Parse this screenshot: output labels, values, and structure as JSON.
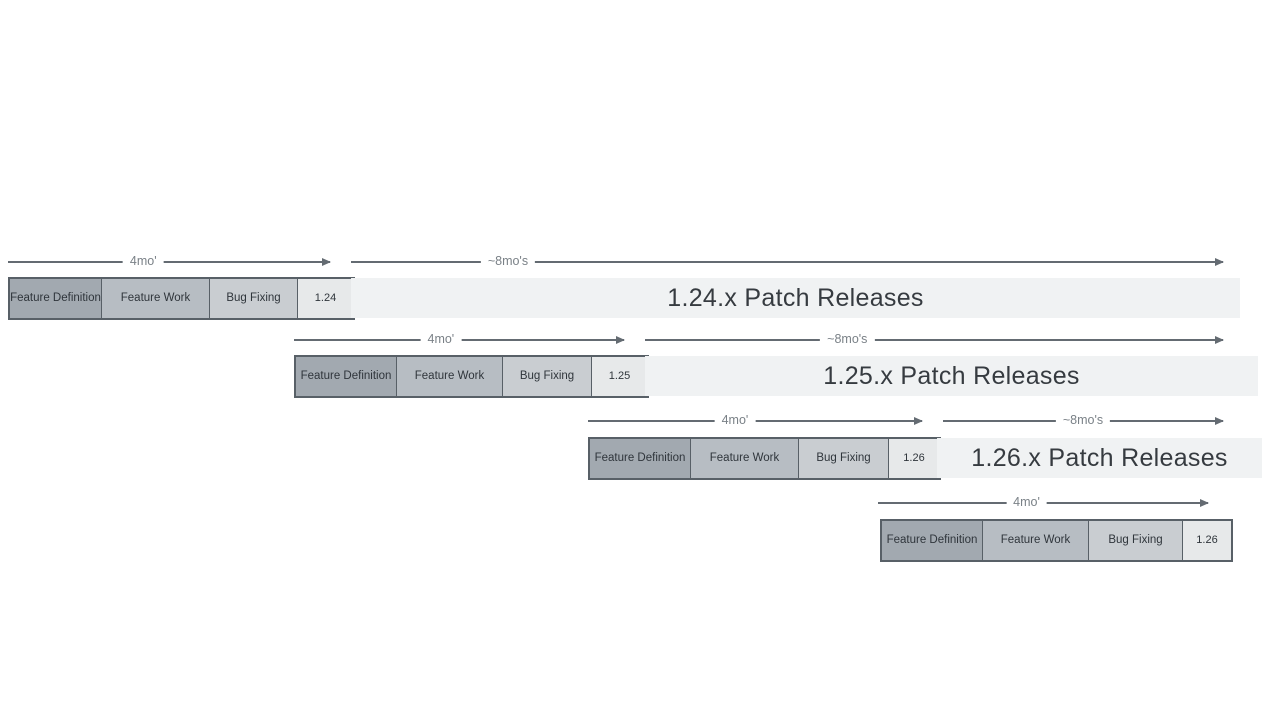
{
  "rows": [
    {
      "version": "1.24",
      "phases": {
        "definition": "Feature Definition",
        "work": "Feature Work",
        "bug_fixing": "Bug Fixing"
      },
      "dev_duration_label": "4mo'",
      "patch_duration_label": "~8mo's",
      "patch_releases_label": "1.24.x Patch Releases"
    },
    {
      "version": "1.25",
      "phases": {
        "definition": "Feature Definition",
        "work": "Feature Work",
        "bug_fixing": "Bug Fixing"
      },
      "dev_duration_label": "4mo'",
      "patch_duration_label": "~8mo's",
      "patch_releases_label": "1.25.x Patch Releases"
    },
    {
      "version": "1.26",
      "phases": {
        "definition": "Feature Definition",
        "work": "Feature Work",
        "bug_fixing": "Bug Fixing"
      },
      "dev_duration_label": "4mo'",
      "patch_duration_label": "~8mo's",
      "patch_releases_label": "1.26.x Patch Releases"
    },
    {
      "version": "1.26",
      "phases": {
        "definition": "Feature Definition",
        "work": "Feature Work",
        "bug_fixing": "Bug Fixing"
      },
      "dev_duration_label": "4mo'"
    }
  ],
  "colors": {
    "feature_definition_bg": "#a2a9b0",
    "feature_work_bg": "#b7bdc3",
    "bug_fixing_bg": "#c9cdd1",
    "version_bg": "#e7e9ea",
    "patch_bar_bg": "#f0f2f3",
    "box_border": "#586067",
    "arrow": "#646b72",
    "label_text": "#7a8187",
    "box_text": "#2f353b",
    "patch_text": "#363b40"
  }
}
